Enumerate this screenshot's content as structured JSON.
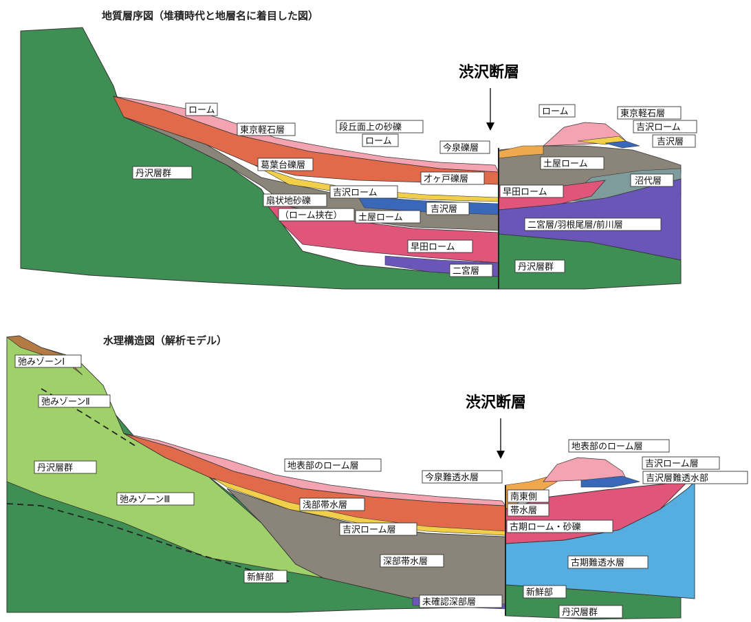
{
  "colors": {
    "green_dark": "#3f8f55",
    "green_light": "#9fd06a",
    "gray": "#8a8479",
    "red_orange": "#e06a4a",
    "pink": "#e0567a",
    "pink_light": "#f4a3b0",
    "orange": "#f0a84e",
    "yellow": "#f2cf4a",
    "blue": "#3a68b8",
    "purple": "#6a56b8",
    "teal_gray": "#7f9c9c",
    "light_blue": "#56aee0",
    "brown": "#b47a44"
  },
  "top": {
    "title": "地質層序図（堆積時代と地層名に着目した図）",
    "fault_label": "渋沢断層",
    "labels": [
      "ローム",
      "東京軽石層",
      "段丘面上の砂礫",
      "ローム",
      "今泉礫層",
      "丹沢層群",
      "葛葉台礫層",
      "才ヶ戸礫層",
      "吉沢ローム",
      "扇状地砂礫",
      "（ローム挟在）",
      "吉沢層",
      "土屋ローム",
      "早田ローム",
      "二宮層",
      "ローム",
      "東京軽石層",
      "吉沢ローム",
      "吉沢層",
      "土屋ローム",
      "沼代層",
      "早田ローム",
      "二宮層/羽根尾層/前川層",
      "丹沢層群"
    ]
  },
  "bottom": {
    "title": "水理構造図（解析モデル）",
    "fault_label": "渋沢断層",
    "labels": [
      "弛みゾーンⅠ",
      "弛みゾーンⅡ",
      "丹沢層群",
      "弛みゾーンⅢ",
      "地表部のローム層",
      "今泉難透水層",
      "浅部帯水層",
      "吉沢ローム層",
      "深部帯水層",
      "新鮮部",
      "未確認深部層",
      "地表部のローム層",
      "吉沢ローム層",
      "吉沢層難透水部",
      "南東側",
      "帯水層",
      "古期ローム・砂礫",
      "古期難透水層",
      "新鮮部",
      "丹沢層群"
    ]
  }
}
